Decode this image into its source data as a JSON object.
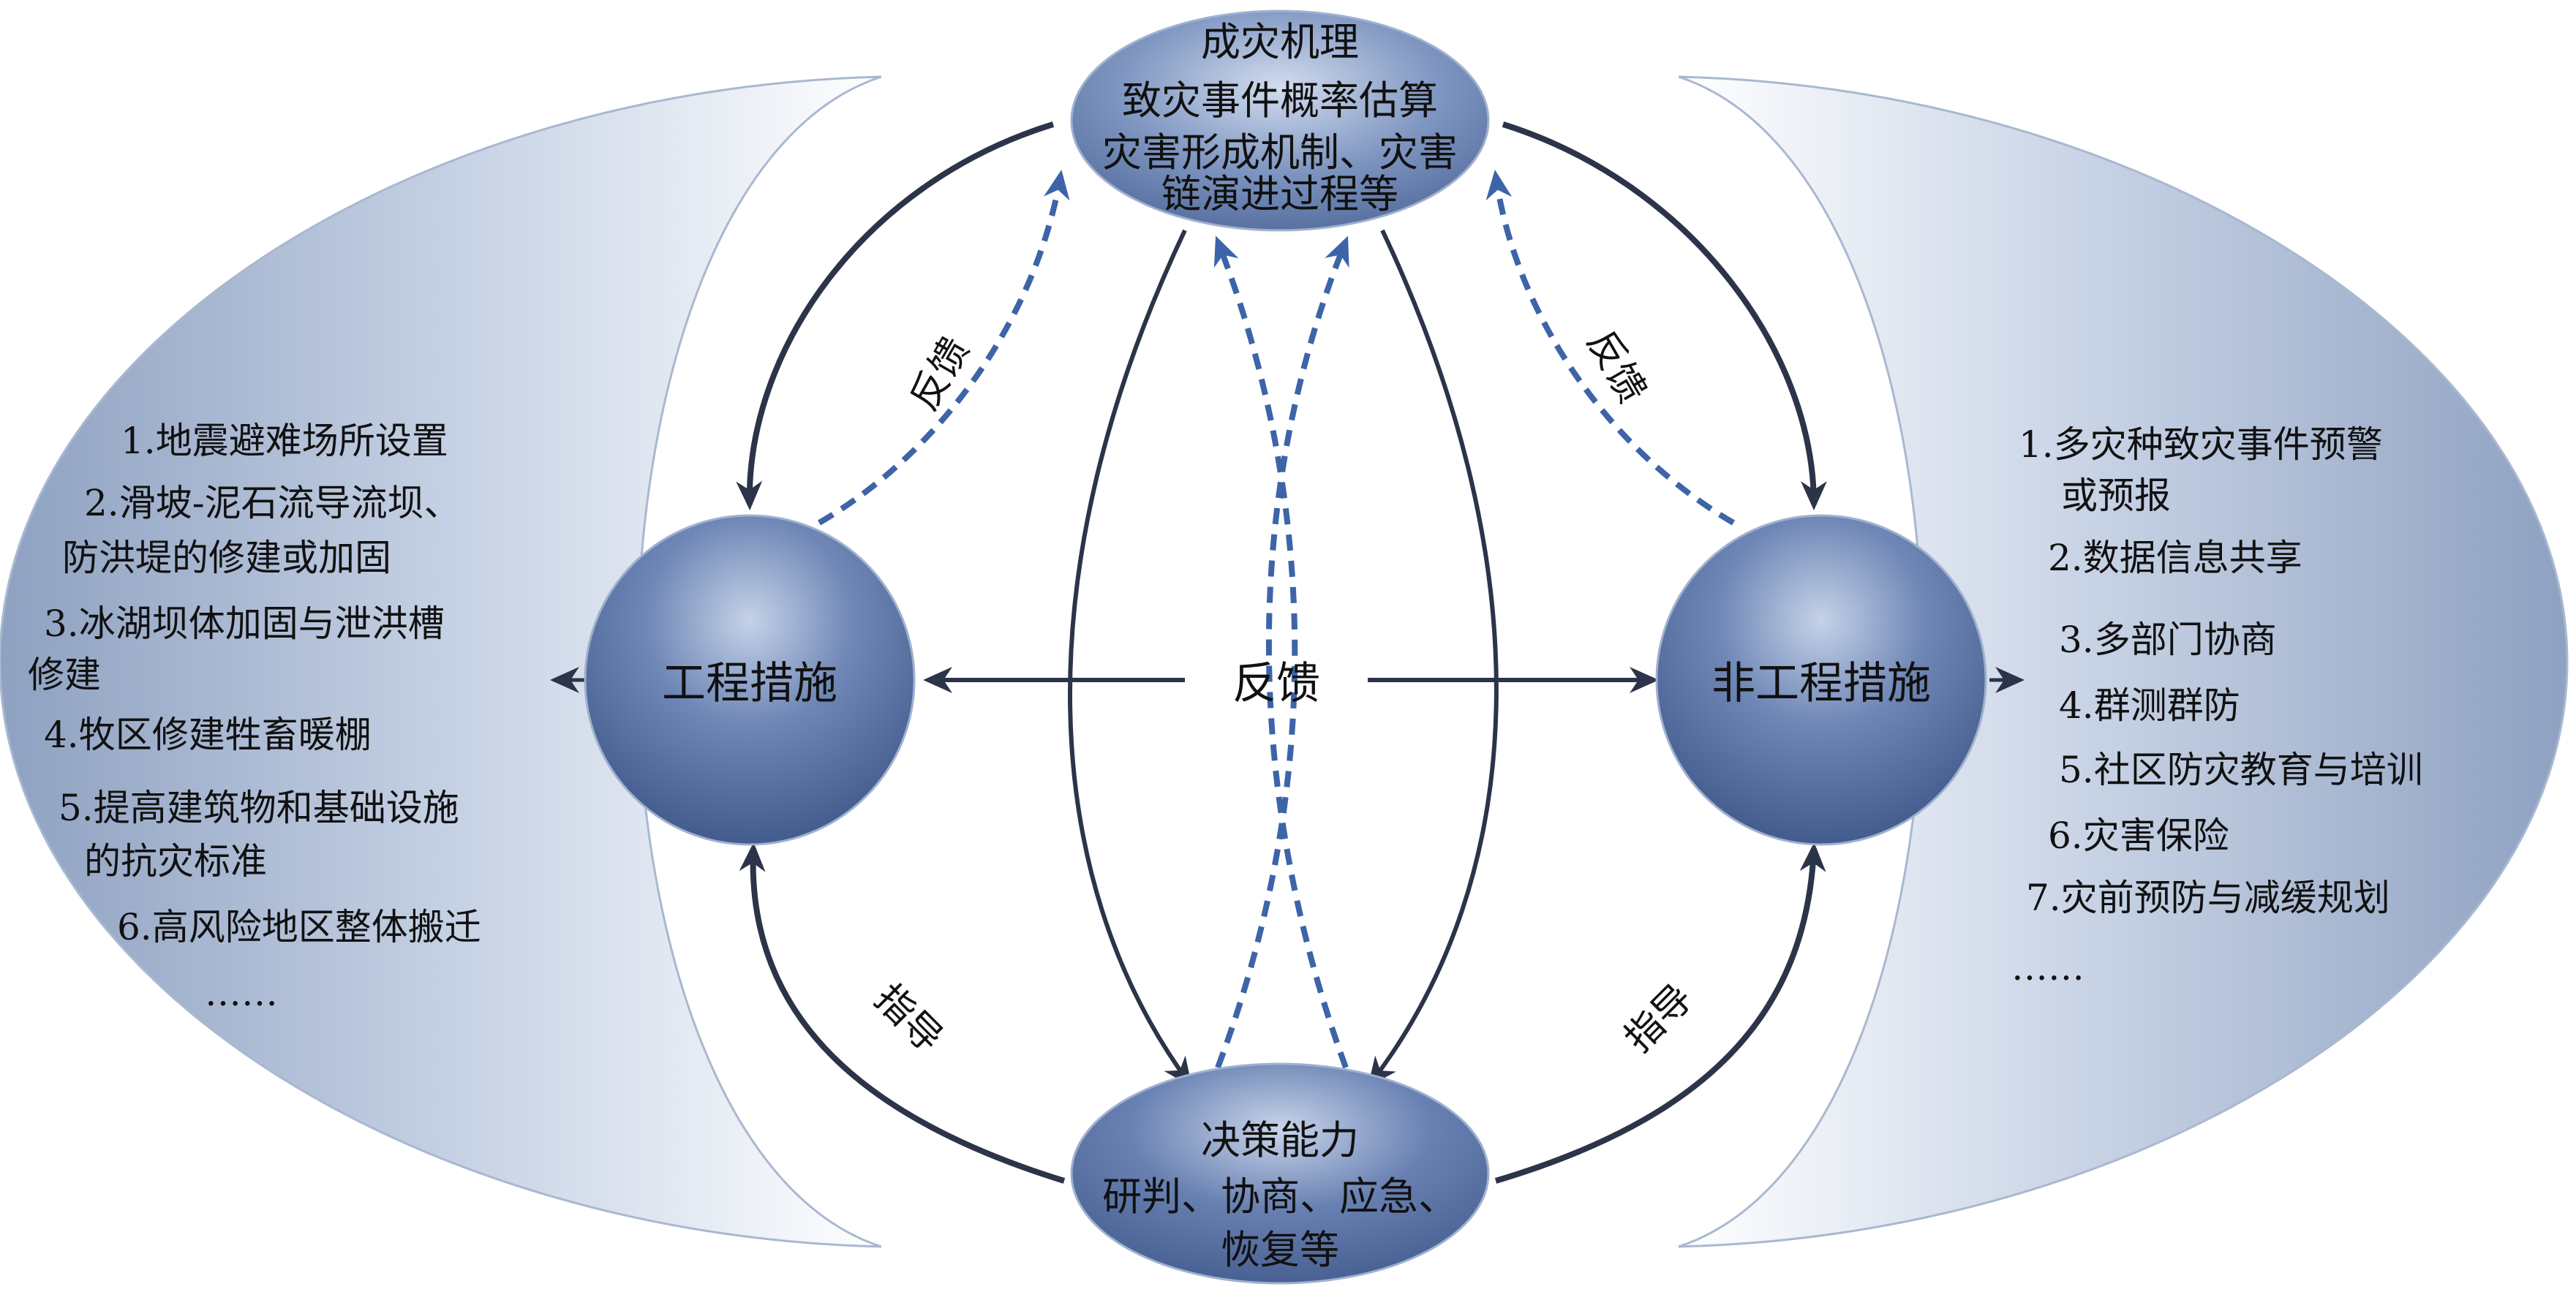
{
  "diagram": {
    "top_node": {
      "lines": [
        "成灾机理",
        "致灾事件概率估算",
        "灾害形成机制、灾害",
        "链演进过程等"
      ]
    },
    "bottom_node": {
      "lines": [
        "决策能力",
        "研判、协商、应急、",
        "恢复等"
      ]
    },
    "left_node": {
      "label": "工程措施"
    },
    "right_node": {
      "label": "非工程措施"
    },
    "center_label": "反馈",
    "edge_labels": {
      "top_left_feedback": "反馈",
      "top_right_feedback": "反馈",
      "bottom_left_guide": "指导",
      "bottom_right_guide": "指导"
    },
    "left_list": {
      "lines": [
        "1.地震避难场所设置",
        "2.滑坡-泥石流导流坝、",
        "防洪堤的修建或加固",
        "3.冰湖坝体加固与泄洪槽",
        "修建",
        "4.牧区修建牲畜暖棚",
        "5.提高建筑物和基础设施",
        "的抗灾标准",
        "6.高风险地区整体搬迁",
        "……"
      ]
    },
    "right_list": {
      "lines": [
        "1.多灾种致灾事件预警",
        "或预报",
        "2.数据信息共享",
        "3.多部门协商",
        "4.群测群防",
        "5.社区防灾教育与培训",
        "6.灾害保险",
        "7.灾前预防与减缓规划",
        "……"
      ]
    },
    "colors": {
      "node_fill": "#4e6a9e",
      "node_highlight": "#b9c8e2",
      "arrow": "#2b3448",
      "dashed_arrow": "#3d64a8",
      "panel_edge": "#95a7c4",
      "panel_fade": "#ffffff"
    }
  }
}
